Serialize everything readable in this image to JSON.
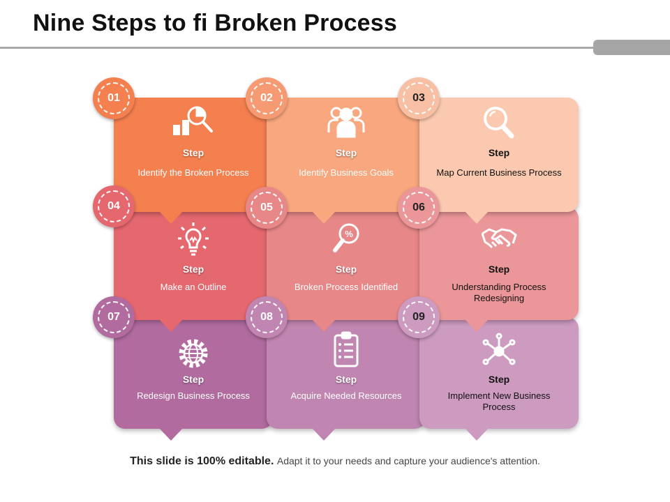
{
  "title": "Nine Steps to fi Broken Process",
  "colors": {
    "c1": "#f47f4f",
    "c2": "#f8a77e",
    "c3": "#fbc9b0",
    "c4": "#e5686f",
    "c5": "#e78788",
    "c6": "#eb9699",
    "c7": "#b16b9e",
    "c8": "#c185b1",
    "c9": "#cd9ac0"
  },
  "steps": [
    {
      "num": "01",
      "label": "Step",
      "desc": "Identify the Broken Process",
      "icon": "chart-magnifier-icon"
    },
    {
      "num": "02",
      "label": "Step",
      "desc": "Identify Business Goals",
      "icon": "team-icon"
    },
    {
      "num": "03",
      "label": "Step",
      "desc": "Map Current Business Process",
      "icon": "search-icon"
    },
    {
      "num": "04",
      "label": "Step",
      "desc": "Make an Outline",
      "icon": "lightbulb-icon"
    },
    {
      "num": "05",
      "label": "Step",
      "desc": "Broken Process Identified",
      "icon": "percent-magnifier-icon"
    },
    {
      "num": "06",
      "label": "Step",
      "desc": "Understanding Process Redesigning",
      "icon": "handshake-icon"
    },
    {
      "num": "07",
      "label": "Step",
      "desc": "Redesign Business Process",
      "icon": "globe-gear-icon"
    },
    {
      "num": "08",
      "label": "Step",
      "desc": "Acquire Needed Resources",
      "icon": "clipboard-icon"
    },
    {
      "num": "09",
      "label": "Step",
      "desc": "Implement New Business Process",
      "icon": "network-icon"
    }
  ],
  "footer": {
    "bold": "This slide is 100% editable.",
    "rest": "Adapt it to your needs and capture your audience's attention."
  }
}
